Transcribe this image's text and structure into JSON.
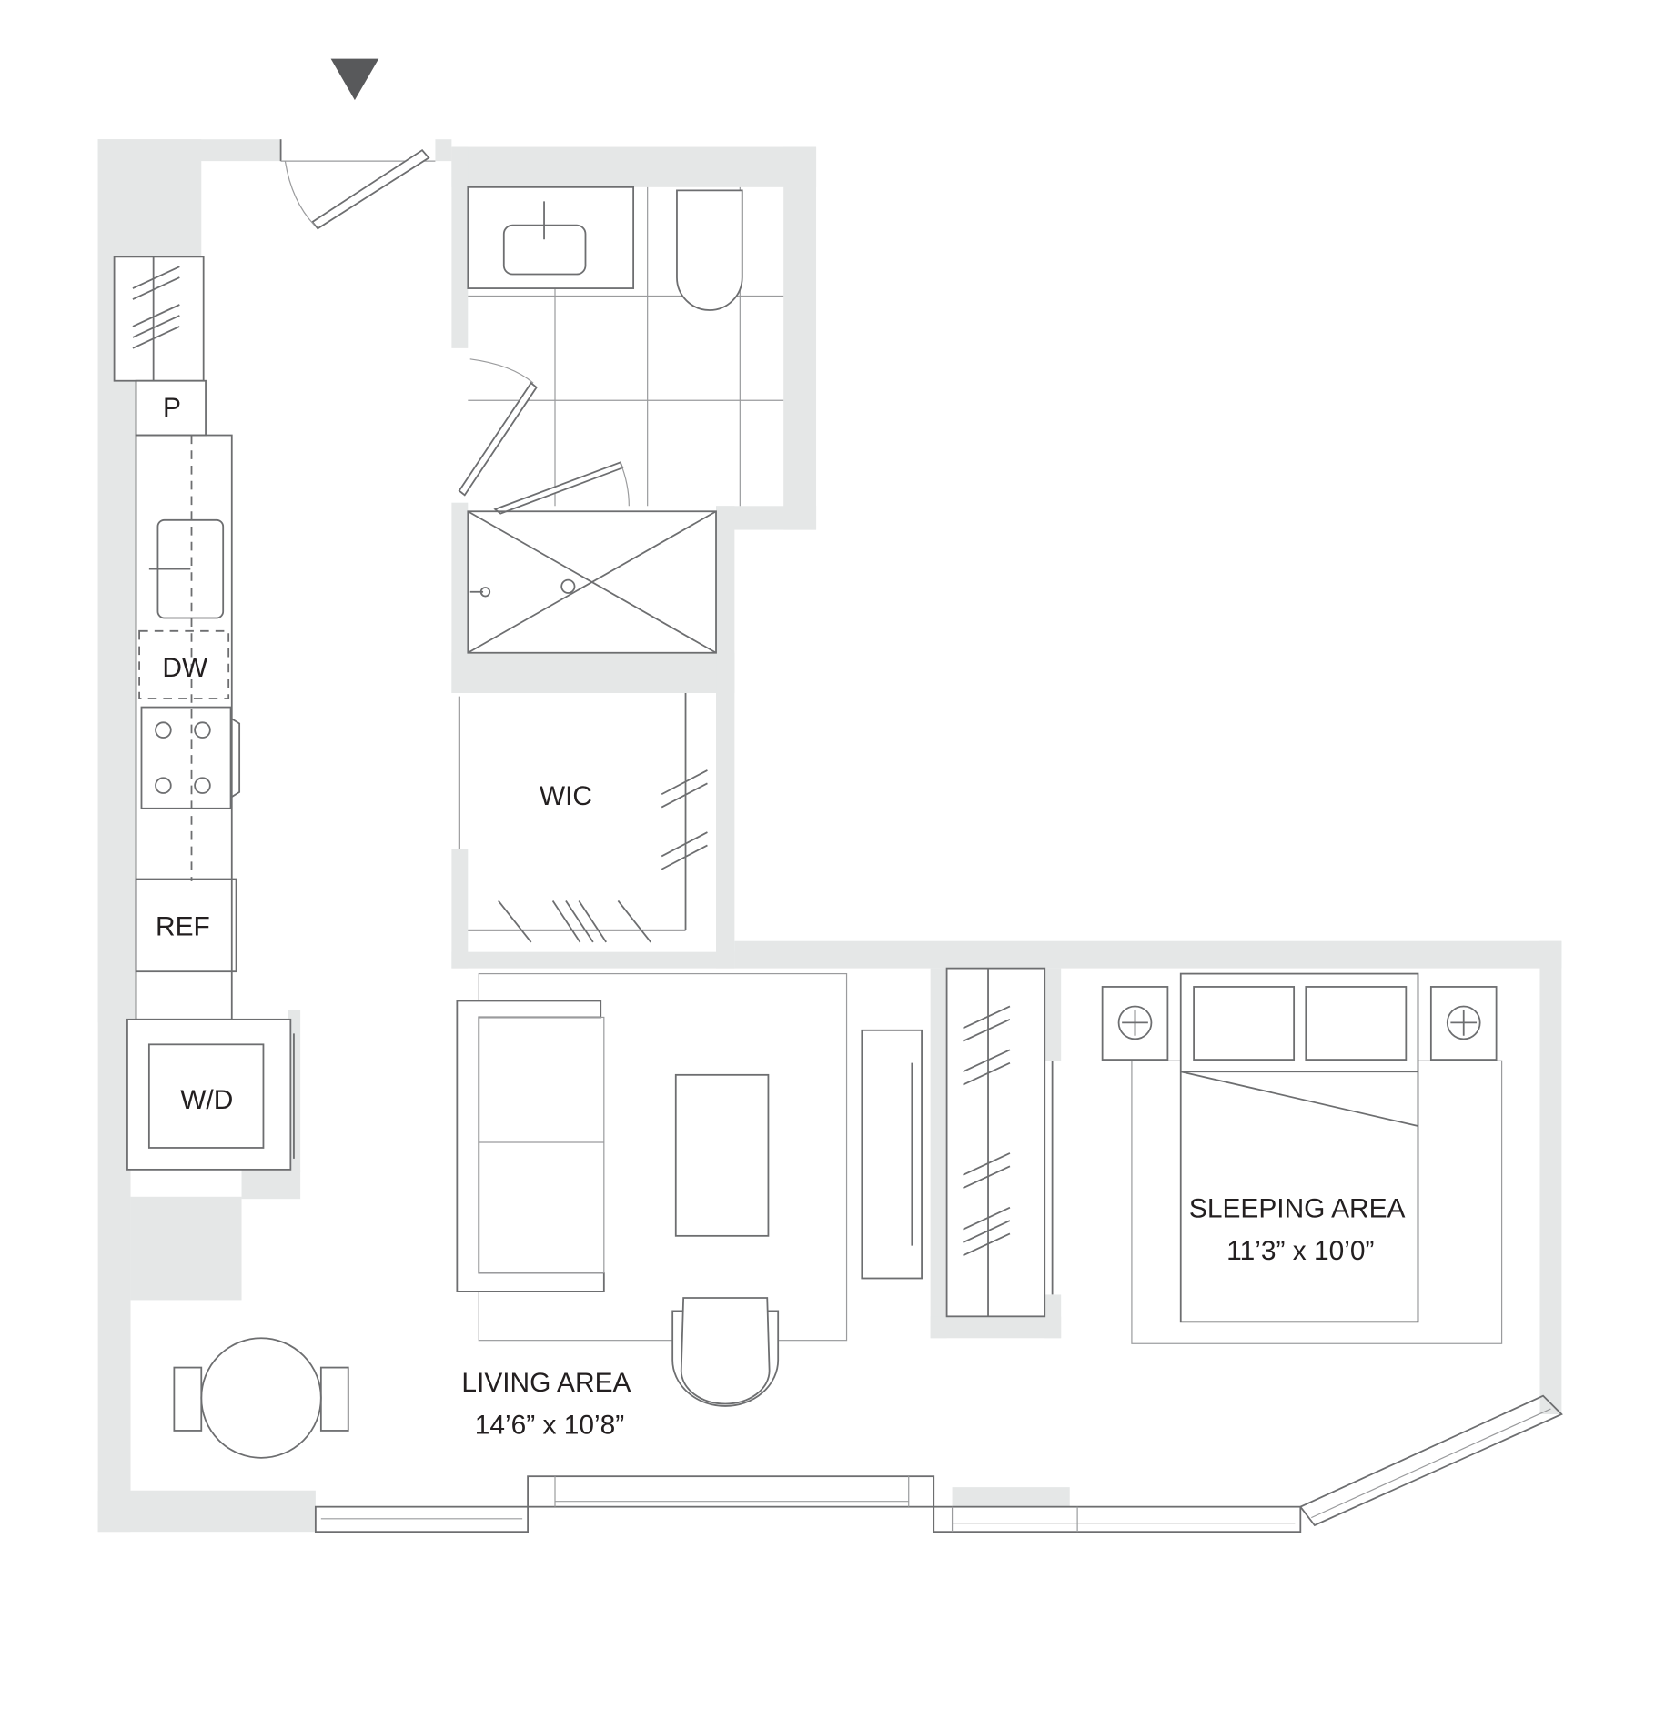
{
  "floor_plan": {
    "entry_marker_icon": "entry-arrow-icon",
    "colors": {
      "wall": "#e5e7e7",
      "line": "#6d6e70",
      "text": "#231f20",
      "entry_marker": "#58595b"
    },
    "kitchen": {
      "pantry_label": "P",
      "dishwasher_label": "DW",
      "refrigerator_label": "REF"
    },
    "laundry": {
      "label": "W/D"
    },
    "closet": {
      "label": "WIC"
    },
    "living_area": {
      "name": "LIVING AREA",
      "dimensions": "14’6” x 10’8”"
    },
    "sleeping_area": {
      "name": "SLEEPING AREA",
      "dimensions": "11’3” x 10’0”"
    }
  }
}
